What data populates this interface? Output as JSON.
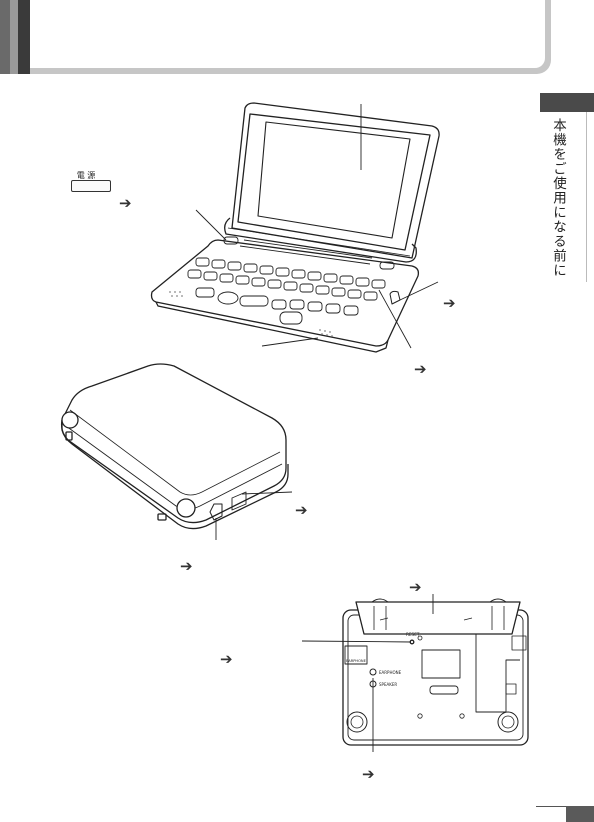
{
  "side_tab": {
    "label": "本機をご使用になる前に"
  },
  "power_key": {
    "label": "電 源"
  },
  "rear_panel": {
    "reset_label": "RESET",
    "earphone_label": "EARPHONE",
    "speaker_label": "SPEAKER",
    "phones_label": "EARPHONE"
  },
  "arrows": {
    "glyph": "➔"
  },
  "colors": {
    "header_gray": "#c6c6c6",
    "tab_dark": "#4a4a4a",
    "line": "#222222"
  },
  "icons": [
    "arrow-right-icon",
    "power-key-icon"
  ]
}
